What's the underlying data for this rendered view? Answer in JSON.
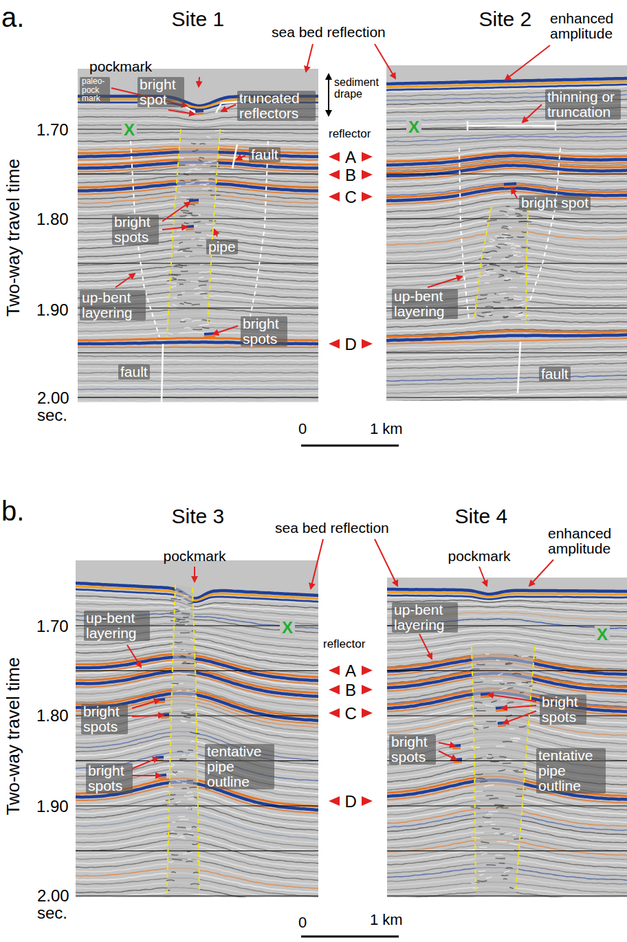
{
  "diagram": {
    "labels": [
      "a.",
      "Site 1",
      "Site 2",
      "sea bed reflection",
      "enhanced amplitude",
      "pockmark",
      "paleo-pock mark",
      "bright spot",
      "truncated reflectors",
      "sediment drape",
      "thinning or truncation",
      "reflector",
      "A",
      "B",
      "C",
      "D",
      "X",
      "X",
      "fault",
      "bright spots",
      "pipe",
      "up-bent layering",
      "bright spots",
      "fault",
      "up-bent layering",
      "bright spot",
      "fault",
      "Two-way travel time",
      "1.70",
      "1.80",
      "1.90",
      "2.00 sec.",
      "0",
      "1 km",
      "b.",
      "Site 3",
      "Site 4",
      "sea bed reflection",
      "enhanced amplitude",
      "pockmark",
      "pockmark",
      "up-bent layering",
      "up-bent layering",
      "reflector",
      "A",
      "B",
      "C",
      "D",
      "X",
      "X",
      "bright spots",
      "bright spots",
      "tentative pipe outline",
      "bright spots",
      "bright spots",
      "tentative pipe outline",
      "Two-way travel time",
      "1.70",
      "1.80",
      "1.90",
      "2.00 sec.",
      "0",
      "1 km"
    ]
  }
}
